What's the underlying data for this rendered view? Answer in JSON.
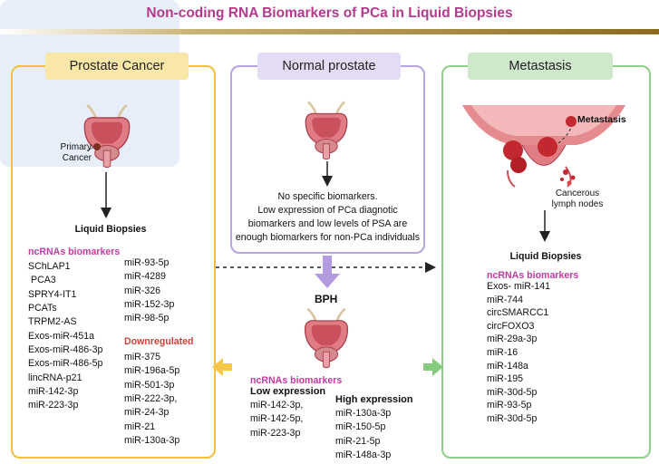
{
  "title": "Non-coding RNA Biomarkers of PCa in Liquid Biopsies",
  "prostate_cancer": {
    "tag": "Prostate Cancer",
    "primary_cancer_line1": "Primary",
    "primary_cancer_line2": "Cancer",
    "liquid_biopsies": "Liquid Biopsies",
    "ncrnas_header": "ncRNAs biomarkers",
    "col1": [
      "SChLAP1",
      "PCA3",
      "SPRY4-IT1",
      "PCATs",
      "TRPM2-AS",
      "Exos-miR-451a",
      "Exos-miR-486-3p",
      "Exos-miR-486-5p",
      "lincRNA-p21",
      "miR-142-3p",
      "miR-223-3p"
    ],
    "col2": [
      "miR-93-5p",
      "miR-4289",
      "miR-326",
      "miR-152-3p",
      "miR-98-5p"
    ],
    "downregulated_header": "Downregulated",
    "downregulated": [
      "miR-375",
      "miR-196a-5p",
      "miR-501-3p",
      "miR-222-3p,",
      "miR-24-3p",
      "miR-21",
      "miR-130a-3p"
    ]
  },
  "normal_prostate": {
    "tag": "Normal prostate",
    "text_lines": [
      "No specific biomarkers.",
      "Low expression of PCa diagnotic",
      "biomarkers and low levels of PSA are",
      "enough biomarkers for non-PCa individuals"
    ]
  },
  "bph": {
    "title": "BPH",
    "ncrnas_header": "ncRNAs biomarkers",
    "low_header": "Low expression",
    "low": [
      "miR-142-3p,",
      "miR-142-5p,",
      "miR-223-3p"
    ],
    "high_header": "High expression",
    "high": [
      "miR-130a-3p",
      "miR-150-5p",
      "miR-21-5p",
      "miR-148a-3p"
    ]
  },
  "metastasis": {
    "tag": "Metastasis",
    "metastasis_label": "Metastasis",
    "lymph_line1": "Cancerous",
    "lymph_line2": "lymph nodes",
    "liquid_biopsies": "Liquid Biopsies",
    "ncrnas_header": "ncRNAs biomarkers",
    "list": [
      "Exos- miR-141",
      "miR-744",
      "circSMARCC1",
      "circFOXO3",
      "miR-29a-3p",
      "miR-16",
      "miR-148a",
      "miR-195",
      "miR-30d-5p",
      "miR-93-5p",
      "miR-30d-5p"
    ]
  },
  "colors": {
    "title": "#b43a8c",
    "pc_border": "#f0c23a",
    "np_border": "#b7a6dd",
    "met_border": "#8fcf8a",
    "bph_bg": "#e8eef9",
    "ncrna_header": "#c43aa2",
    "downregulated": "#d0433a"
  }
}
